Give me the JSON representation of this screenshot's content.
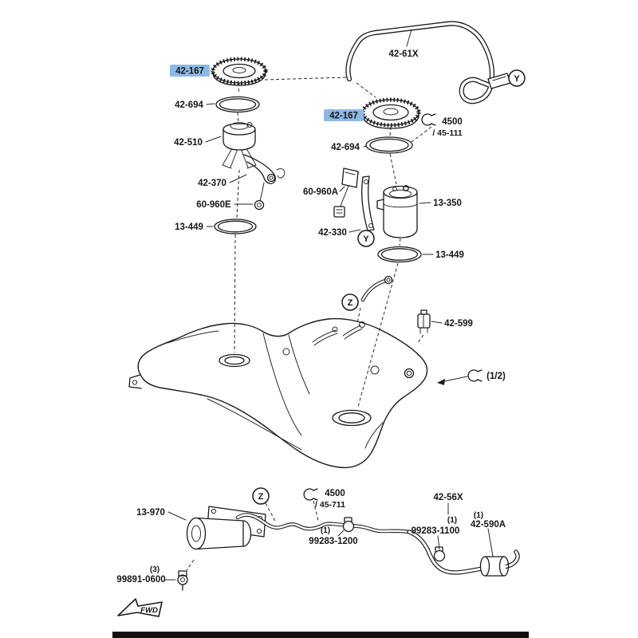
{
  "colors": {
    "highlight": "#8cbae6",
    "line": "#1a1a1a"
  },
  "labels": {
    "tube": "42-61X",
    "cap_left": "42-167",
    "gasket_left": "42-694",
    "pump_left": "42-510",
    "bracket_left": "42-370",
    "grommet_left": "60-960E",
    "seal_left": "13-449",
    "cap_right": "42-167",
    "gasket_right": "42-694",
    "sender_right": "60-960A",
    "filter_right": "13-350",
    "bracket_right": "42-330",
    "seal_right": "13-449",
    "clip_top_code": "4500",
    "clip_top_sub": "/ 45-111",
    "clip_mid": "42-599",
    "clip_half": "(1/2)",
    "canister": "13-970",
    "clip_bottom_code": "4500",
    "clip_bottom_sub": "/ 45-711",
    "pipe": "42-56X",
    "clamp_a_qty": "(1)",
    "clamp_a": "99283-1200",
    "clamp_b_qty": "(1)",
    "clamp_b": "99283-1100",
    "clamp_c_qty": "(1)",
    "clamp_c": "42-590A",
    "bolt_qty": "(3)",
    "bolt": "99891-0600",
    "fwd": "FWD"
  },
  "callouts": {
    "y": "Y",
    "z": "Z"
  }
}
